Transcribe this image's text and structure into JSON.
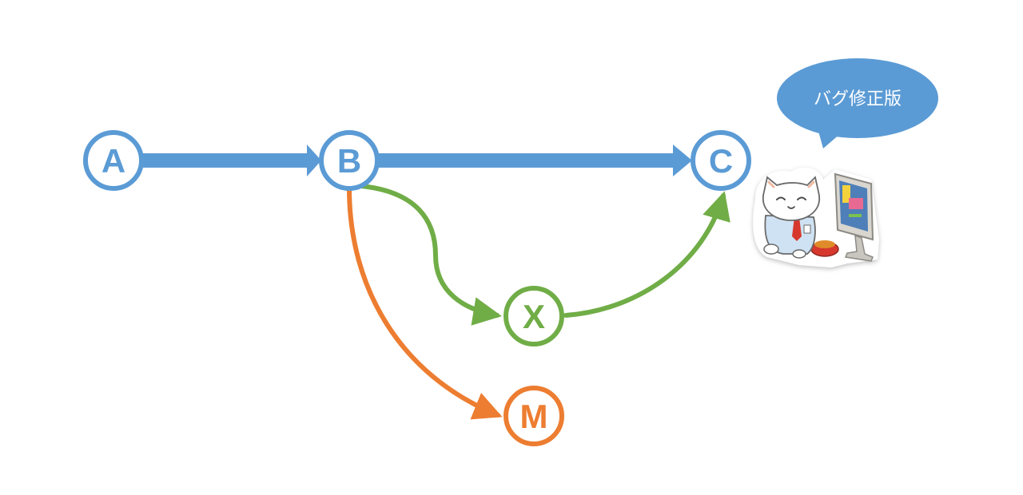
{
  "nodes": {
    "a": {
      "label": "A"
    },
    "b": {
      "label": "B"
    },
    "c": {
      "label": "C"
    },
    "x": {
      "label": "X"
    },
    "m": {
      "label": "M"
    }
  },
  "callout": {
    "text": "バグ修正版"
  },
  "illustration": {
    "icon": "cat-at-computer-icon"
  },
  "colors": {
    "main": "#5b9bd5",
    "fix_branch": "#70ad47",
    "other_branch": "#ed7d31",
    "background": "#ffffff"
  }
}
